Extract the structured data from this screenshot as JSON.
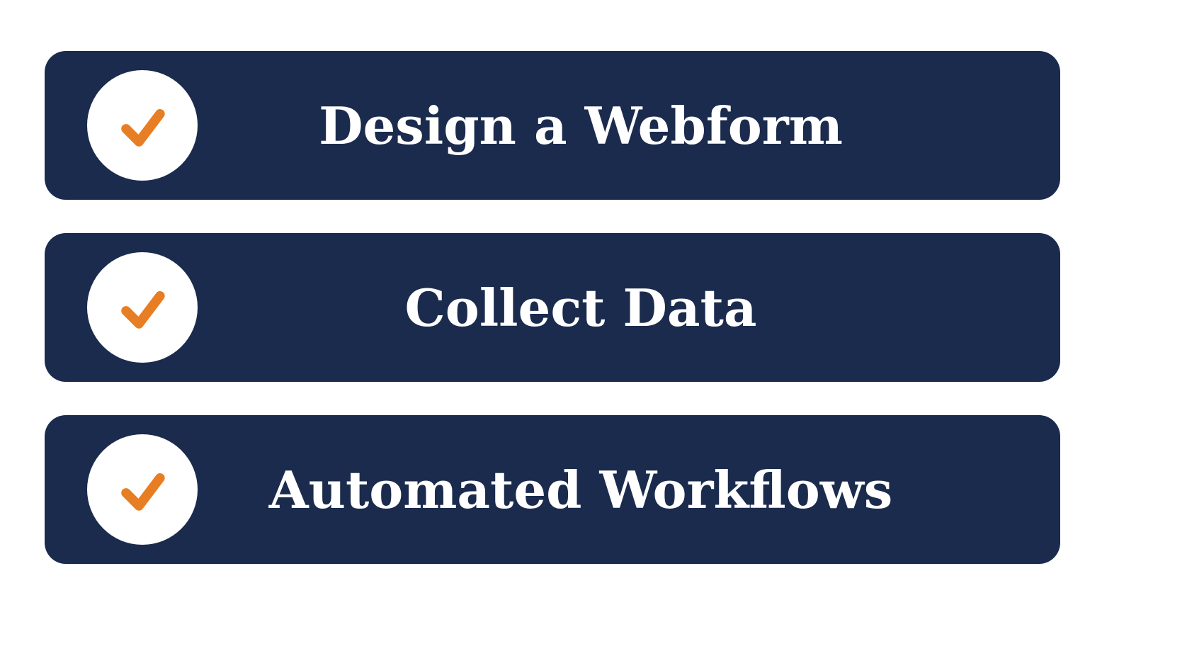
{
  "colors": {
    "background": "#ffffff",
    "navy": "#1b2b4d",
    "orange": "#e87e23",
    "circle": "#ffffff",
    "text": "#ffffff"
  },
  "items": [
    {
      "label": "Design a Webform"
    },
    {
      "label": "Collect Data"
    },
    {
      "label": "Automated Workflows"
    }
  ]
}
